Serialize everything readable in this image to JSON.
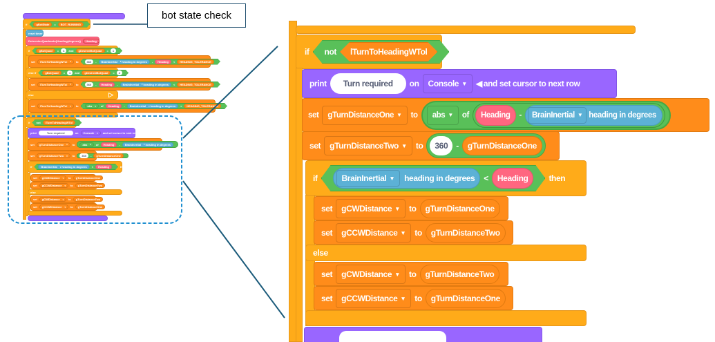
{
  "kw": {
    "if": "if",
    "then": "then",
    "else": "else",
    "set": "set",
    "to": "to",
    "not": "not",
    "and": "and",
    "of": "of",
    "else_if": "else if"
  },
  "callout": {
    "label": "bot state check"
  },
  "thumb": {
    "if1": {
      "lhs": "gBotState",
      "op": "=",
      "rhs": "BOT_RUNNING"
    },
    "reset": "reset timer",
    "determine": {
      "label": "DetermineQuadrants(Heading(degrees))",
      "arg": "Heading"
    },
    "if2": {
      "a": "gBotQuad",
      "op": "=",
      "a_val": "4",
      "b": "gDesiredBotQuad",
      "b_val": "1"
    },
    "set_a": {
      "var": "lTurnToHeadingWTol",
      "num": "360",
      "op1": "-",
      "sensor": "BrainInertial",
      "prop": "heading in degrees",
      "op2": "-",
      "h": "Heading",
      "op3": "<",
      "tol": "HEADING_TOLERANCE"
    },
    "elseif": {
      "a": "gBotQuad",
      "op": "=",
      "a_val": "1",
      "b": "gDesiredBotQuad",
      "b_val": "4"
    },
    "set_b": {
      "var": "lTurnToHeadingWTol",
      "num": "360",
      "op1": "-",
      "h": "Heading",
      "op2": "-",
      "sensor": "BrainInertial",
      "prop": "heading in degrees",
      "op3": "<",
      "tol": "HEADING_TOLERANCE"
    },
    "set_c": {
      "var": "lTurnToHeadingWTol",
      "func": "abs",
      "h": "Heading",
      "op2": "-",
      "sensor": "BrainInertial",
      "prop": "heading in degrees",
      "op3": "<",
      "tol": "HEADING_TOLERANCE"
    },
    "else_icon": "flag-triangle-icon"
  },
  "detail": {
    "if_not": {
      "var": "lTurnToHeadingWTol"
    },
    "print": {
      "kw": "print",
      "text": "Turn required",
      "on": "on",
      "target": "Console",
      "suffix": "and set cursor to next row"
    },
    "set1": {
      "var": "gTurnDistanceOne",
      "func": "abs",
      "a": "Heading",
      "op": "-",
      "sensor": "BrainInertial",
      "prop": "heading in degrees"
    },
    "set2": {
      "var": "gTurnDistanceTwo",
      "num": "360",
      "op": "-",
      "b": "gTurnDistanceOne"
    },
    "if2": {
      "sensor": "BrainInertial",
      "prop": "heading in degrees",
      "op": "<",
      "b": "Heading"
    },
    "sets": [
      {
        "var": "gCWDistance",
        "value": "gTurnDistanceOne"
      },
      {
        "var": "gCCWDistance",
        "value": "gTurnDistanceTwo"
      },
      {
        "var": "gCWDistance",
        "value": "gTurnDistanceTwo"
      },
      {
        "var": "gCCWDistance",
        "value": "gTurnDistanceOne"
      }
    ]
  },
  "colors": {
    "control": "#ffab19",
    "variable": "#ff8c1a",
    "operator": "#59c059",
    "sensing": "#5cb1d6",
    "myblock": "#ff6680",
    "looks": "#9966ff",
    "callout_border": "#1f4e6e",
    "dashed_box": "#1f8fd0",
    "connector": "#1a5a7a"
  }
}
